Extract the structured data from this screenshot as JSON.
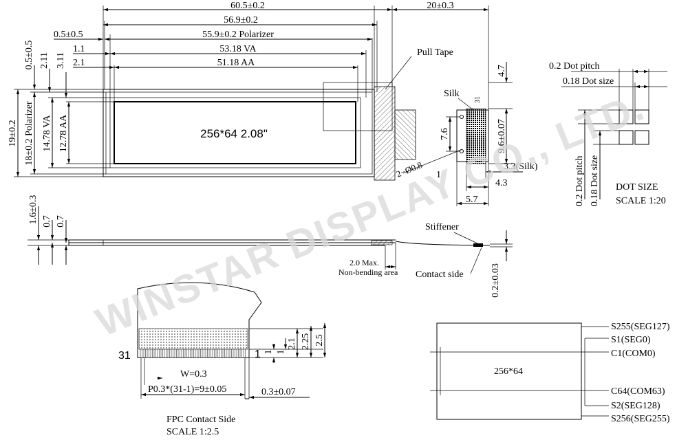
{
  "watermark": "WINSTAR DISPLAY CO., LTD.",
  "front": {
    "dims": {
      "width_total": "60.5±0.2",
      "fpc_width": "20±0.3",
      "w_569": "56.9±0.2",
      "polarizer_w": "55.9±0.2 Polarizer",
      "va_w": "53.18 VA",
      "aa_w": "51.18 AA",
      "off_05": "0.5±0.5",
      "off_11": "1.1",
      "off_21": "2.1",
      "v_05": "0.5±0.5",
      "v_211": "2.11",
      "v_311": "3.11",
      "height_total": "19±0.2",
      "polarizer_h": "18±0.2 Polarizer",
      "va_h": "14.78 VA",
      "aa_h": "12.78 AA"
    },
    "display_label": "256*64  2.08\"",
    "pull_tape": "Pull Tape"
  },
  "fpc_side": {
    "silk": "Silk",
    "num_31": "31",
    "num_1": "1",
    "d47": "4.7",
    "d76": "7.6",
    "d96": "9.6±0.07",
    "hole": "2−Ø0.8",
    "d33": "3.3(Silk)",
    "d43": "4.3",
    "d57": "5.7"
  },
  "dot": {
    "pitch_h": "0.2 Dot pitch",
    "size_h": "0.18 Dot size",
    "pitch_v": "0.2 Dot pitch",
    "size_v": "0.18 Dot size",
    "title": "DOT SIZE",
    "scale": "SCALE 1:20"
  },
  "side": {
    "d16": "1.6±0.3",
    "d07a": "0.7",
    "d07b": "0.7",
    "stiffener": "Stiffener",
    "max_bend": "2.0 Max.",
    "non_bending": "Non-bending area",
    "contact_side": "Contact side",
    "d02": "0.2±0.03"
  },
  "fpc_contact": {
    "pin_31": "31",
    "pin_1": "1",
    "w": "W=0.3",
    "pitch": "P0.3*(31-1)=9±0.05",
    "d03": "0.3±0.07",
    "v1a": "1",
    "v1b": "1",
    "v21": "2.1",
    "v225": "2.25",
    "v25": "2.5",
    "title": "FPC Contact Side",
    "scale": "SCALE 1:2.5"
  },
  "schematic": {
    "label": "256*64",
    "s255": "S255(SEG127)",
    "s1": "S1(SEG0)",
    "c1": "C1(COM0)",
    "c64": "C64(COM63)",
    "s2": "S2(SEG128)",
    "s256": "S256(SEG255)"
  }
}
